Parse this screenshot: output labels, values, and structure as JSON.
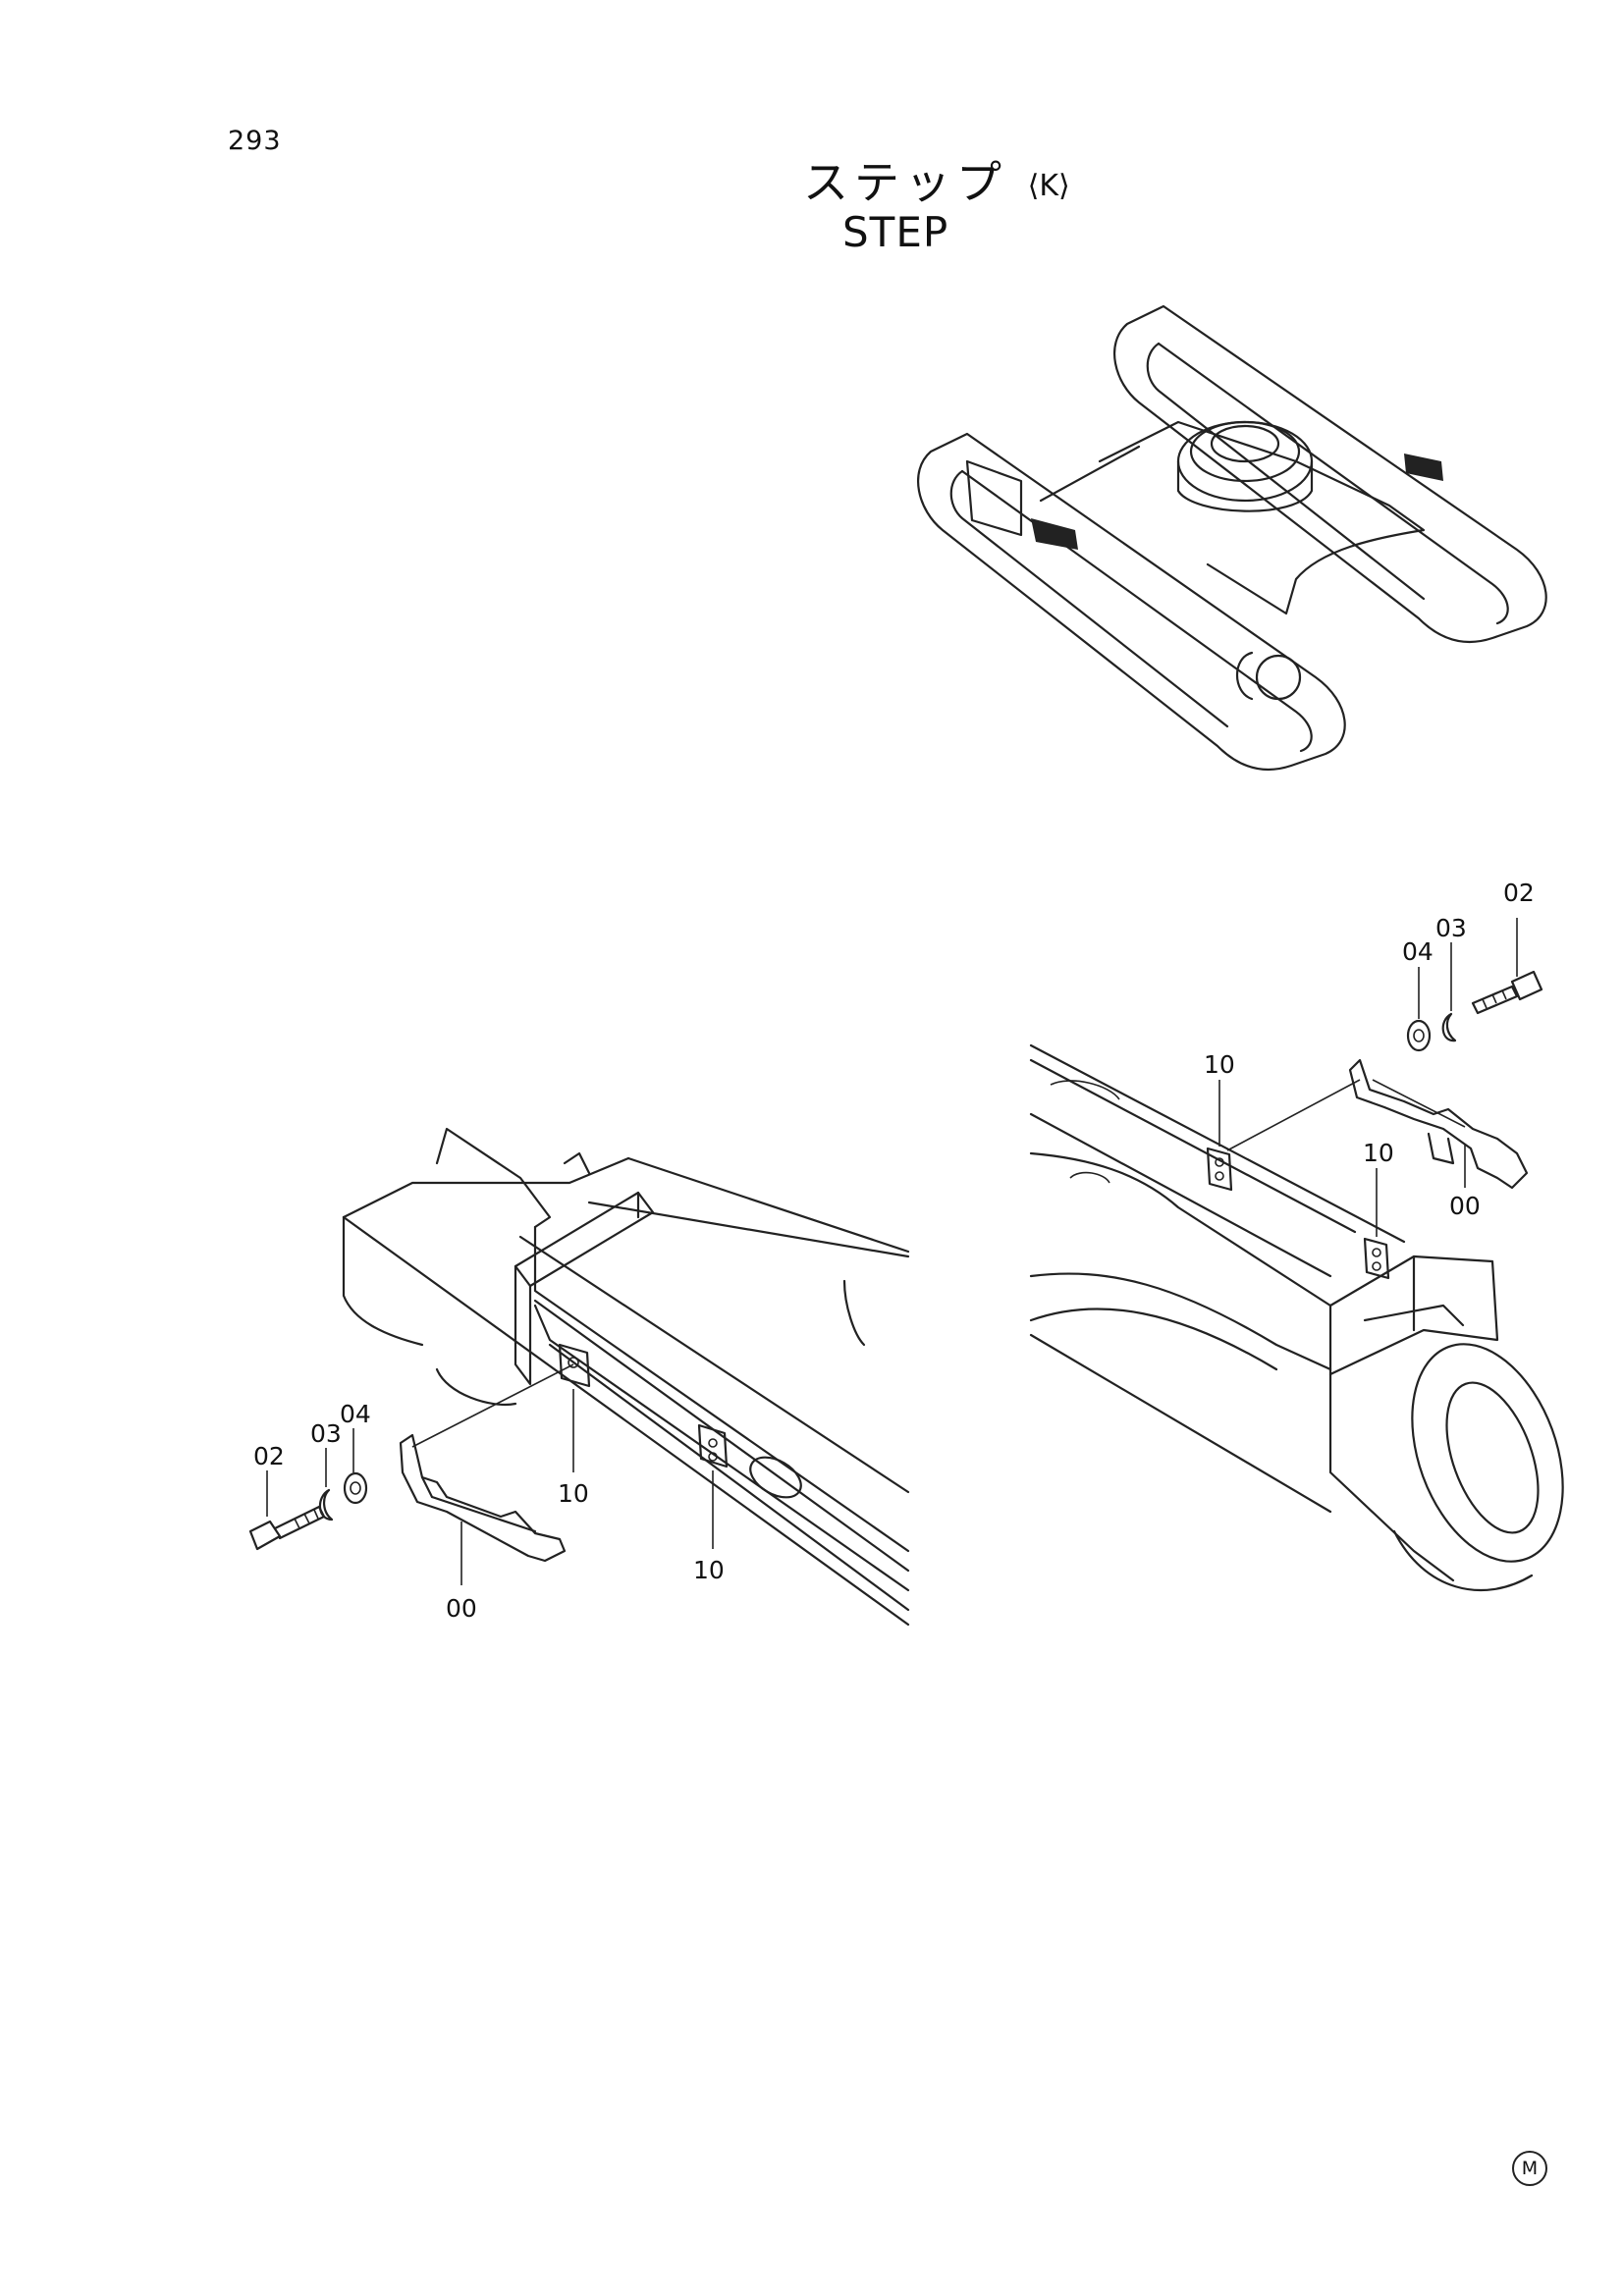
{
  "page_number": "293",
  "title": {
    "japanese": "ステップ",
    "variant": "⟨K⟩",
    "english": "STEP"
  },
  "callouts": [
    "02",
    "03",
    "04",
    "10",
    "10",
    "00",
    "02",
    "03",
    "04",
    "10",
    "10",
    "00"
  ],
  "corner_mark": "M"
}
